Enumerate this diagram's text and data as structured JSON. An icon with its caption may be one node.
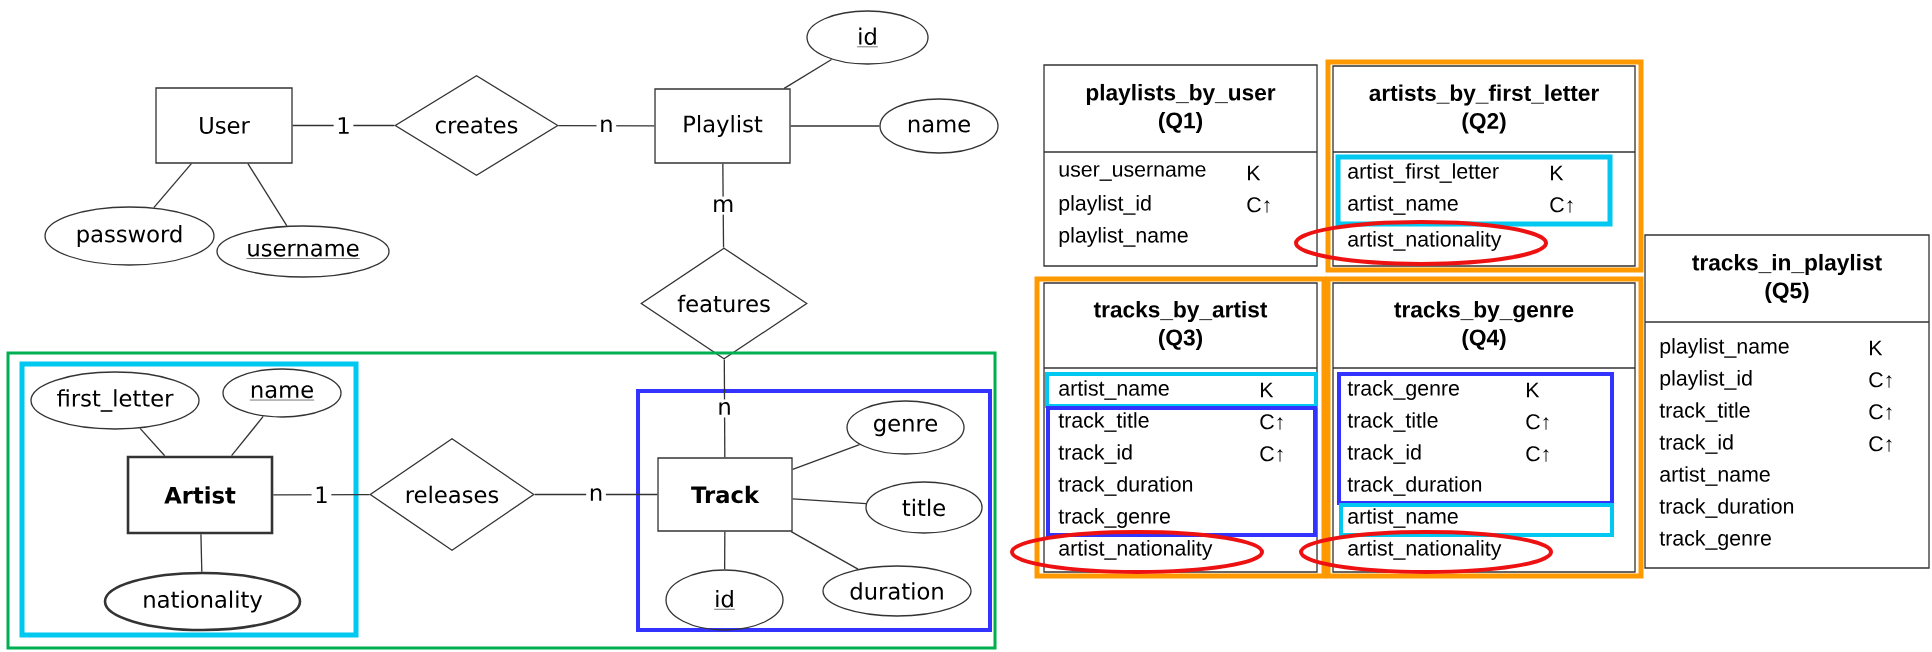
{
  "diagram": {
    "nodes": [
      {
        "text": [
          "User"
        ]
      },
      {
        "text": [
          "creates"
        ]
      },
      {
        "text": [
          "Playlist"
        ]
      },
      {
        "text": [
          "id"
        ]
      },
      {
        "text": [
          "name"
        ]
      },
      {
        "text": [
          "password"
        ]
      },
      {
        "text": [
          "username"
        ]
      },
      {
        "text": [
          "features"
        ]
      },
      {
        "text": [],
        "shape": "box"
      },
      {
        "text": [],
        "shape": "box",
        "in": 8
      },
      {
        "text": [
          "first_letter"
        ],
        "in": 9
      },
      {
        "text": [
          "name"
        ],
        "in": 9
      },
      {
        "text": [
          "Artist"
        ],
        "in": 9
      },
      {
        "text": [
          "nationality"
        ],
        "in": 9
      },
      {
        "text": [
          "releases"
        ],
        "in": 8
      },
      {
        "text": [],
        "shape": "box",
        "in": 8
      },
      {
        "text": [
          "Track"
        ],
        "in": 15
      },
      {
        "text": [
          "genre"
        ],
        "in": 15
      },
      {
        "text": [
          "title"
        ],
        "in": 15
      },
      {
        "text": [
          "duration"
        ],
        "in": 15
      },
      {
        "text": [
          "id"
        ],
        "in": 15
      },
      {
        "text": [
          "playlists_by_user (Q1)",
          "user_username",
          "K",
          "playlist_id",
          "C↑",
          "playlist_name"
        ]
      },
      {
        "text": [],
        "shape": "box"
      },
      {
        "text": [
          "artists_by_first_letter (Q2)",
          "artist_first_letter",
          "K",
          "artist_name",
          "C↑",
          "artist_nationality"
        ],
        "in": 22
      },
      {
        "text": [],
        "shape": "box"
      },
      {
        "text": [
          "tracks_by_artist (Q3)",
          "artist_name",
          "K",
          "track_title",
          "C↑",
          "track_id",
          "C↑",
          "track_duration",
          "track_genre",
          "artist_nationality"
        ],
        "in": 24
      },
      {
        "text": [],
        "shape": "box"
      },
      {
        "text": [
          "tracks_by_genre (Q4)",
          "track_genre",
          "K",
          "track_title",
          "C↑",
          "track_id",
          "C↑",
          "track_duration",
          "artist_name",
          "artist_nationality"
        ],
        "in": 26
      },
      {
        "text": [
          "tracks_in_playlist (Q5)",
          "playlist_name",
          "K",
          "playlist_id",
          "C↑",
          "track_title",
          "C↑",
          "track_id",
          "C↑",
          "artist_name",
          "track_duration",
          "track_genre"
        ]
      }
    ],
    "edges": [
      {
        "from": 0,
        "to": 1,
        "arrow": "none",
        "label": "1"
      },
      {
        "from": 1,
        "to": 2,
        "arrow": "none",
        "label": "n"
      },
      {
        "from": 2,
        "to": 3,
        "arrow": "none"
      },
      {
        "from": 2,
        "to": 4,
        "arrow": "none"
      },
      {
        "from": 0,
        "to": 5,
        "arrow": "none"
      },
      {
        "from": 0,
        "to": 6,
        "arrow": "none"
      },
      {
        "from": 2,
        "to": 7,
        "arrow": "none",
        "label": "m"
      },
      {
        "from": 7,
        "to": 16,
        "arrow": "none",
        "label": "n"
      },
      {
        "from": 12,
        "to": 10,
        "arrow": "none"
      },
      {
        "from": 12,
        "to": 11,
        "arrow": "none"
      },
      {
        "from": 12,
        "to": 13,
        "arrow": "none"
      },
      {
        "from": 12,
        "to": 14,
        "arrow": "none",
        "label": "1"
      },
      {
        "from": 14,
        "to": 16,
        "arrow": "none",
        "label": "n"
      },
      {
        "from": 16,
        "to": 17,
        "arrow": "none"
      },
      {
        "from": 16,
        "to": 18,
        "arrow": "none"
      },
      {
        "from": 16,
        "to": 19,
        "arrow": "none"
      },
      {
        "from": 16,
        "to": 20,
        "arrow": "none"
      }
    ]
  }
}
